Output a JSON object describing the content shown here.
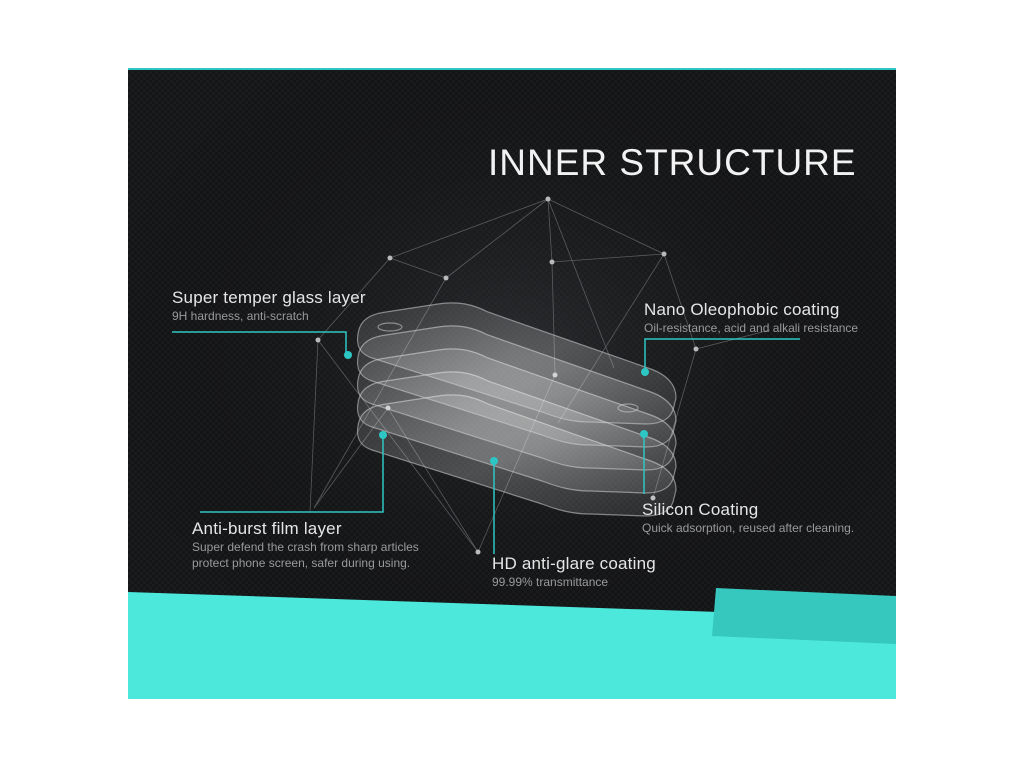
{
  "title": "INNER STRUCTURE",
  "labels": {
    "super_temper": {
      "title": "Super temper glass layer",
      "sub": "9H hardness, anti-scratch"
    },
    "nano": {
      "title": "Nano Oleophobic coating",
      "sub": "Oil-resistance, acid and alkali resistance"
    },
    "anti_burst": {
      "title": "Anti-burst film layer",
      "sub1": "Super defend the crash from sharp articles",
      "sub2": " protect phone screen, safer during using."
    },
    "hd": {
      "title": "HD anti-glare coating",
      "sub": "99.99% transmittance"
    },
    "silicon": {
      "title": "Silicon Coating",
      "sub": "Quick adsorption, reused after cleaning."
    }
  },
  "colors": {
    "background": "#141516",
    "accent": "#2ec6c4",
    "footer": "#4ce8dc",
    "footer_dark": "#36c7bf",
    "text": "#e6e6e6",
    "subtext": "#9a9a9a"
  },
  "layers": 5
}
